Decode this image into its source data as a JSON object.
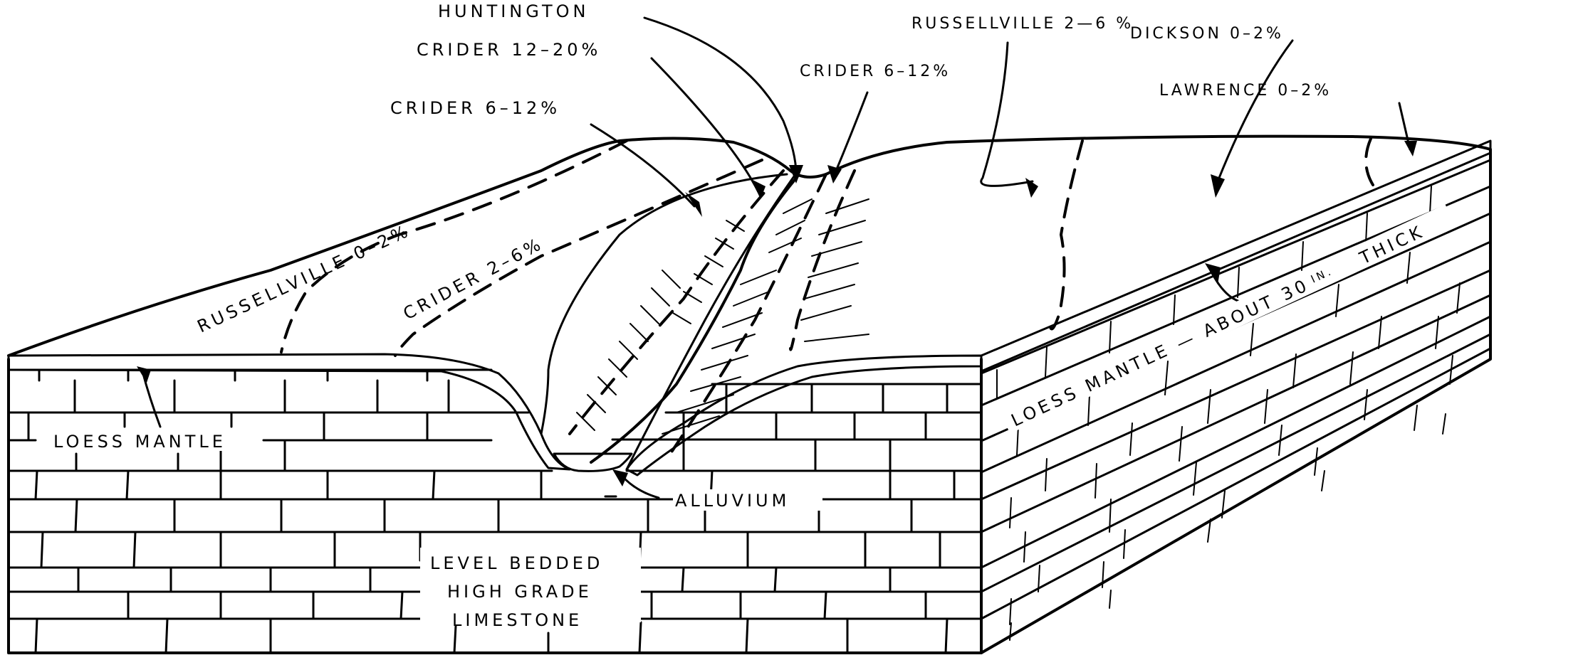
{
  "title": "Block diagram of soils on level bedded high grade limestone",
  "colors": {
    "ink": "#000000",
    "paper": "#ffffff",
    "loess": "#d8d8d8"
  },
  "surface_labels": {
    "huntington": "HUNTINGTON",
    "crider_12_20": "CRIDER 12–20%",
    "crider_6_12_left": "CRIDER 6–12%",
    "crider_6_12_right": "CRIDER 6–12%",
    "russellville_2_6": "RUSSELLVILLE 2—6 %",
    "dickson": "DICKSON 0–2%",
    "lawrence": "LAWRENCE 0–2%",
    "russellville_0_2": "RUSSELLVILLE 0–2%",
    "crider_2_6": "CRIDER 2–6%"
  },
  "section_labels": {
    "loess_front": "LOESS MANTLE",
    "loess_side": "LOESS MANTLE — ABOUT 30",
    "loess_side_unit": "IN.",
    "loess_side_tail": "THICK",
    "alluvium": "ALLUVIUM",
    "bedrock": [
      "LEVEL BEDDED",
      "HIGH GRADE",
      "LIMESTONE"
    ]
  }
}
